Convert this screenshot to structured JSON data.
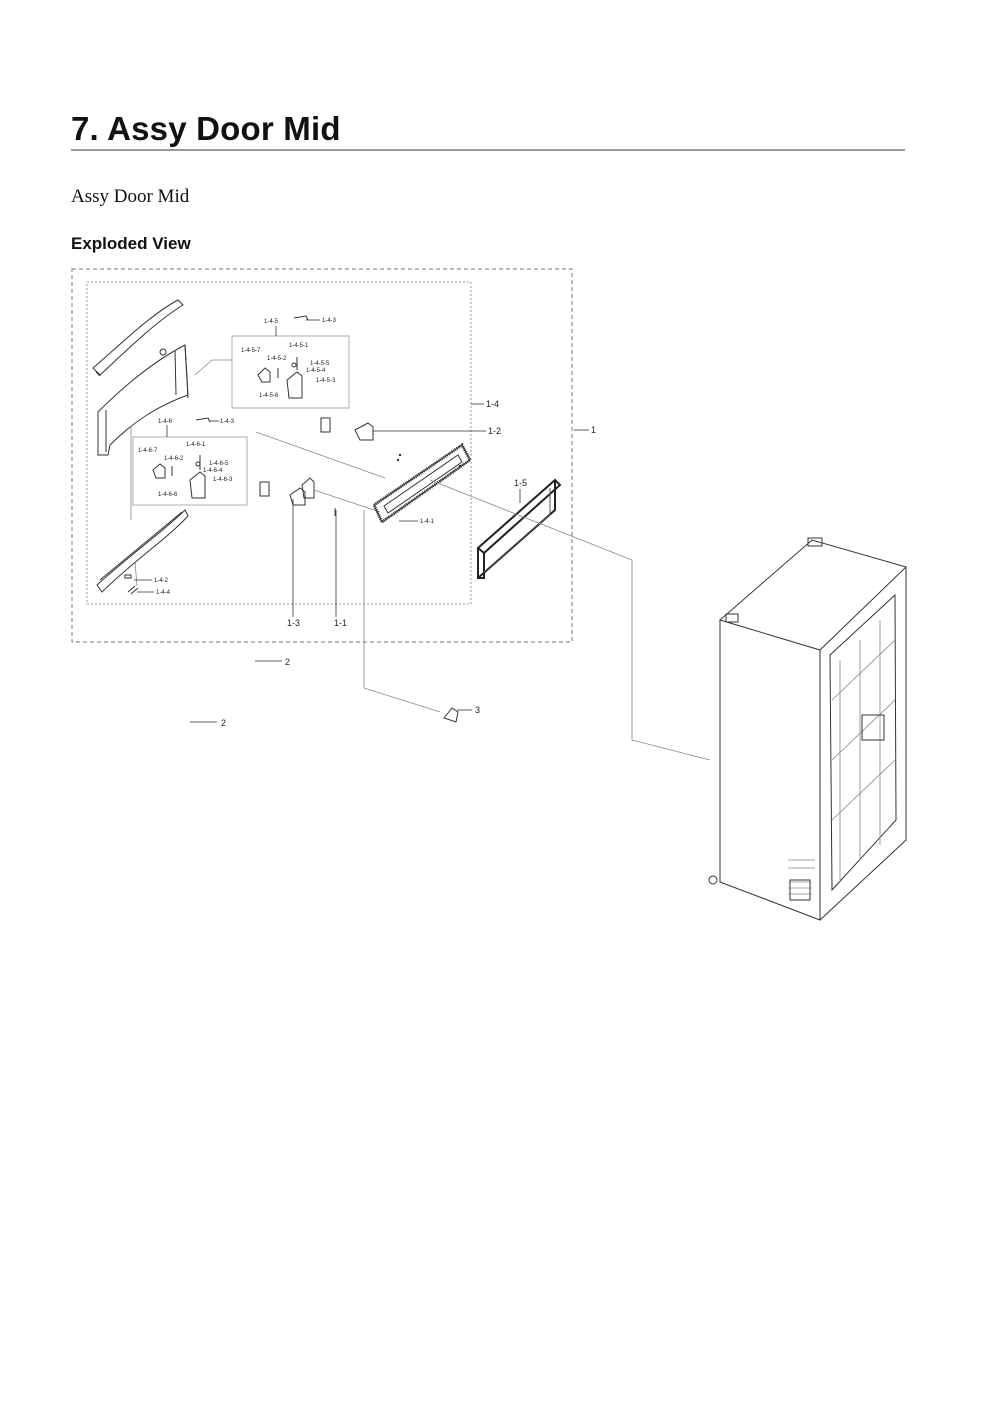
{
  "header": {
    "title": "7.  Assy Door Mid",
    "subtitle": "Assy Door Mid",
    "section": "Exploded View"
  },
  "callouts": {
    "c1": "1",
    "c1_1": "1-1",
    "c1_2": "1-2",
    "c1_3": "1-3",
    "c1_4": "1-4",
    "c1_5": "1-5",
    "c1_4_1": "1-4-1",
    "c1_4_2": "1-4-2",
    "c1_4_3a": "1-4-3",
    "c1_4_3b": "1-4-3",
    "c1_4_4": "1-4-4",
    "c1_4_5": "1-4-5",
    "c1_4_6": "1-4-6",
    "c1_4_5_1": "1-4-5-1",
    "c1_4_5_2": "1-4-5-2",
    "c1_4_5_3": "1-4-5-3",
    "c1_4_5_4": "1-4-5-4",
    "c1_4_5_5": "1-4-5-5",
    "c1_4_5_6": "1-4-5-6",
    "c1_4_5_7": "1-4-5-7",
    "c1_4_6_1": "1-4-6-1",
    "c1_4_6_2": "1-4-6-2",
    "c1_4_6_3": "1-4-6-3",
    "c1_4_6_4": "1-4-6-4",
    "c1_4_6_5": "1-4-6-5",
    "c1_4_6_6": "1-4-6-6",
    "c1_4_6_7": "1-4-6-7",
    "c2a": "2",
    "c2b": "2",
    "c3": "3"
  }
}
